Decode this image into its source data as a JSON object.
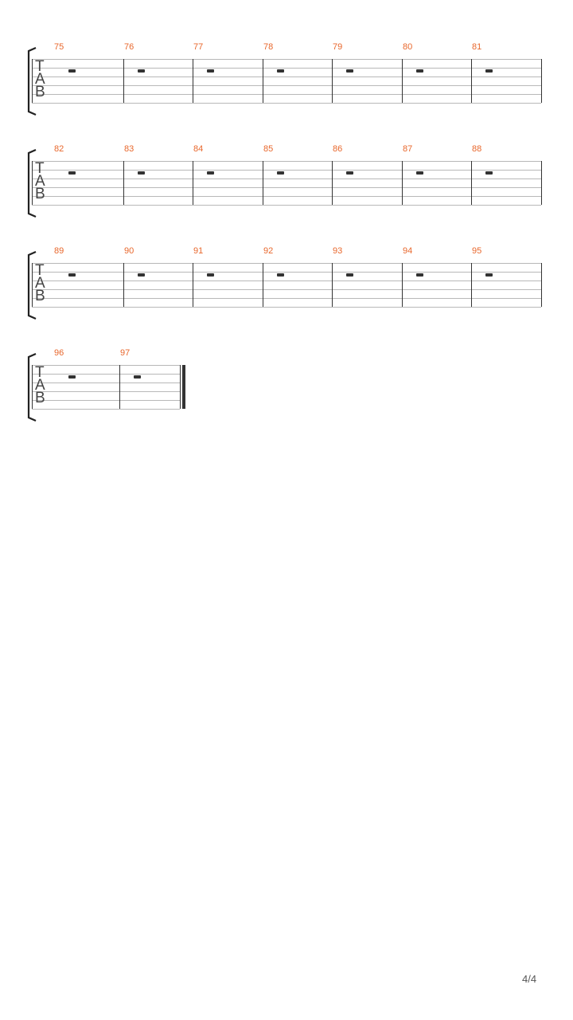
{
  "clef": [
    "T",
    "A",
    "B"
  ],
  "rest_symbol": "whole-rest",
  "colors": {
    "measure_number": "#e8672c",
    "staff_line": "#b8b8b8",
    "barline": "#333333",
    "bracket": "#222222",
    "rest": "#333333"
  },
  "systems": [
    {
      "measures": [
        "75",
        "76",
        "77",
        "78",
        "79",
        "80",
        "81"
      ],
      "final": false
    },
    {
      "measures": [
        "82",
        "83",
        "84",
        "85",
        "86",
        "87",
        "88"
      ],
      "final": false
    },
    {
      "measures": [
        "89",
        "90",
        "91",
        "92",
        "93",
        "94",
        "95"
      ],
      "final": false
    },
    {
      "measures": [
        "96",
        "97"
      ],
      "final": true
    }
  ],
  "page_number": "4/4"
}
